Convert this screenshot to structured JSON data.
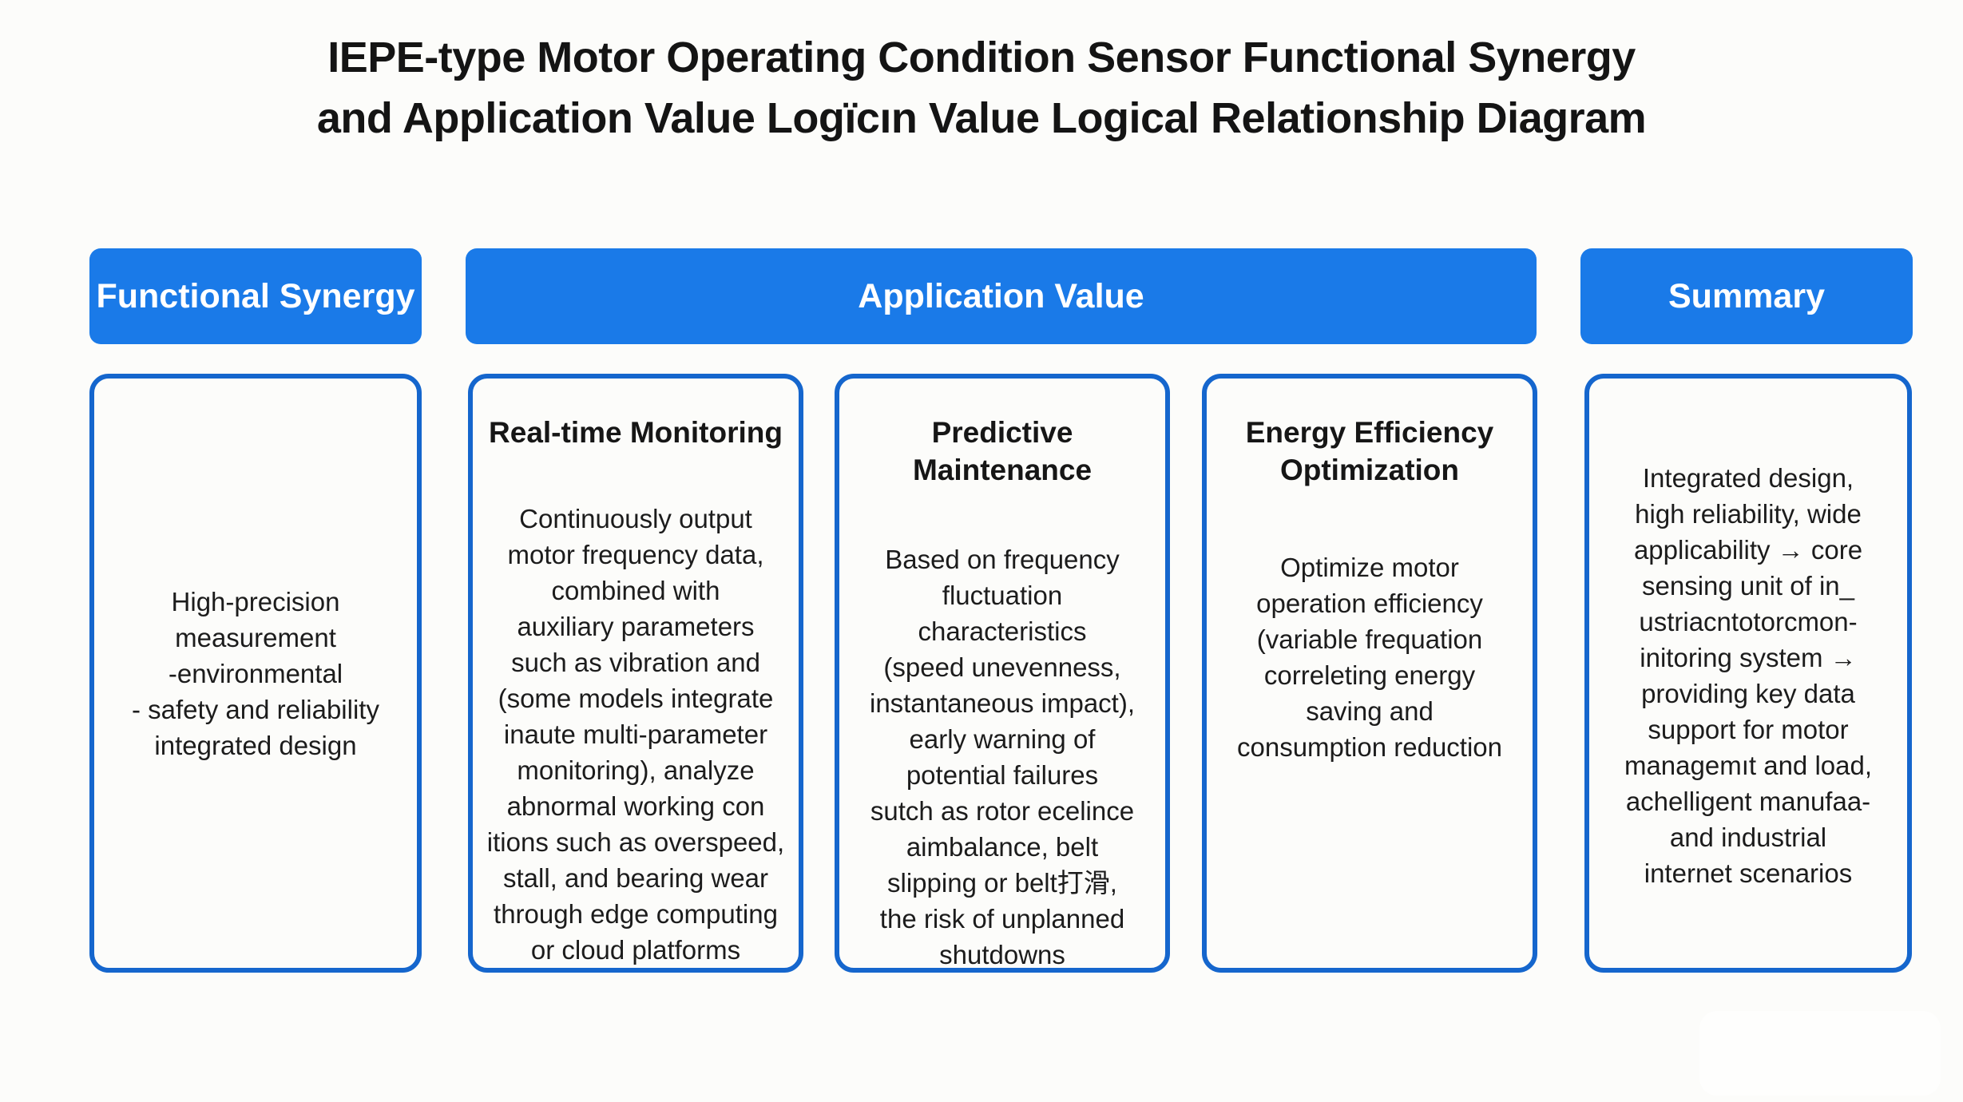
{
  "title": {
    "line1": "IEPE-type Motor Operating Condition Sensor Functional Synergy",
    "line2": "and Application Value Logïcın Value Logical Relationship Diagram"
  },
  "headers": {
    "functional_synergy": "Functional Synergy",
    "application_value": "Application Value",
    "summary": "Summary"
  },
  "cards": {
    "functional_synergy": {
      "body": "High-precision measurement\n-environmental\n- safety and reliability\nintegrated design"
    },
    "realtime_monitoring": {
      "title": "Real-time Monitoring",
      "body": "Continuously output\nmotor frequency data,\ncombined with\nauxiliary parameters\nsuch as vibration and\n(some models integrate\ninaute multi-parameter\nmonitoring), analyze\nabnormal working con\nitions such as overspeed,\nstall, and bearing wear\nthrough edge computing\nor cloud platforms"
    },
    "predictive_maintenance": {
      "title": "Predictive Maintenance",
      "body": "Based on frequency\nfluctuation\ncharacteristics\n(speed unevenness,\ninstantaneous impact),\nearly warning of\npotential failures\nsutch as rotor ecelince\naimbalance, belt\nslipping or belt打滑,\nthe risk of unplanned\nshutdowns"
    },
    "energy_efficiency": {
      "title": "Energy Efficiency\nOptimization",
      "body": "Optimize motor\noperation efficiency\n(variable frequation\ncorreleting energy\nsaving and\nconsumption reduction"
    },
    "summary": {
      "body": "Integrated design,\nhigh reliability, wide\napplicability → core\nsensing unit of in_\nustriacntotorcmon-\ninitoring system →\nproviding key data\nsupport for motor\nmanagemıt and load,\nachelligent manufaa-\nand industrial\ninternet scenarios"
    }
  },
  "colors": {
    "header_blue": "#1a7ae8",
    "box_border_blue": "#1566cd",
    "background": "#fcfcfa",
    "title_text": "#141414",
    "body_text": "#1c1c1c",
    "header_text": "#ffffff"
  }
}
